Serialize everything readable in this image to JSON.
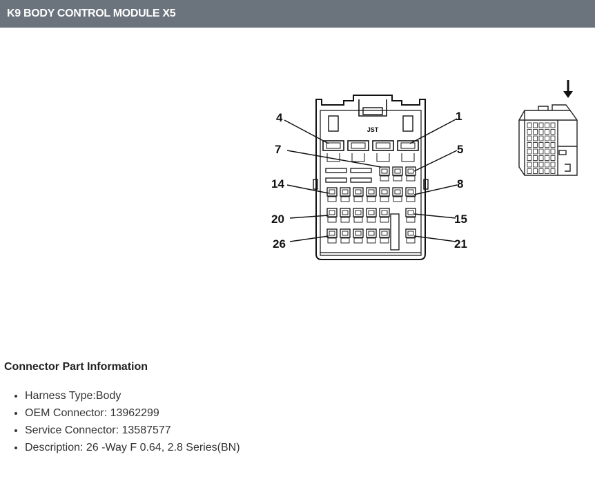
{
  "header": {
    "title": "K9 BODY CONTROL MODULE X5"
  },
  "diagram": {
    "mold_text": "JST",
    "pin_labels": [
      {
        "id": "4",
        "text": "4"
      },
      {
        "id": "1",
        "text": "1"
      },
      {
        "id": "7",
        "text": "7"
      },
      {
        "id": "5",
        "text": "5"
      },
      {
        "id": "14",
        "text": "14"
      },
      {
        "id": "8",
        "text": "8"
      },
      {
        "id": "20",
        "text": "20"
      },
      {
        "id": "15",
        "text": "15"
      },
      {
        "id": "26",
        "text": "26"
      },
      {
        "id": "21",
        "text": "21"
      }
    ],
    "orientation_icon": "down-arrow-icon"
  },
  "info": {
    "title": "Connector Part Information",
    "items": [
      "Harness Type:Body",
      "OEM Connector: 13962299",
      "Service Connector: 13587577",
      "Description: 26 -Way F 0.64, 2.8 Series(BN)"
    ]
  }
}
